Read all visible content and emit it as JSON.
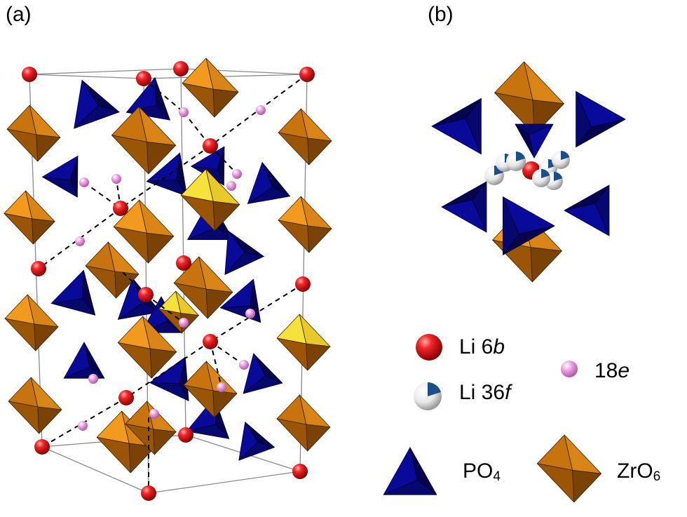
{
  "panels": {
    "a": "(a)",
    "b": "(b)"
  },
  "legend": {
    "li6b": {
      "text": "Li 6",
      "suffix": "b"
    },
    "e18": {
      "text": "18",
      "suffix": "e"
    },
    "li36f": {
      "text": "Li 36",
      "suffix": "f"
    },
    "po4": {
      "text": "PO",
      "sub": "4"
    },
    "zro6": {
      "text": "ZrO",
      "sub": "6"
    }
  },
  "colors": {
    "li": "#e8141b",
    "site18e": "#e6a0dc",
    "tetrahedron": "#0a0a9a",
    "tetrahedron_dark": "#04044f",
    "octahedron": "#c7740f",
    "octahedron_light": "#f29a1e",
    "octahedron_yellow": "#f6e23a"
  }
}
